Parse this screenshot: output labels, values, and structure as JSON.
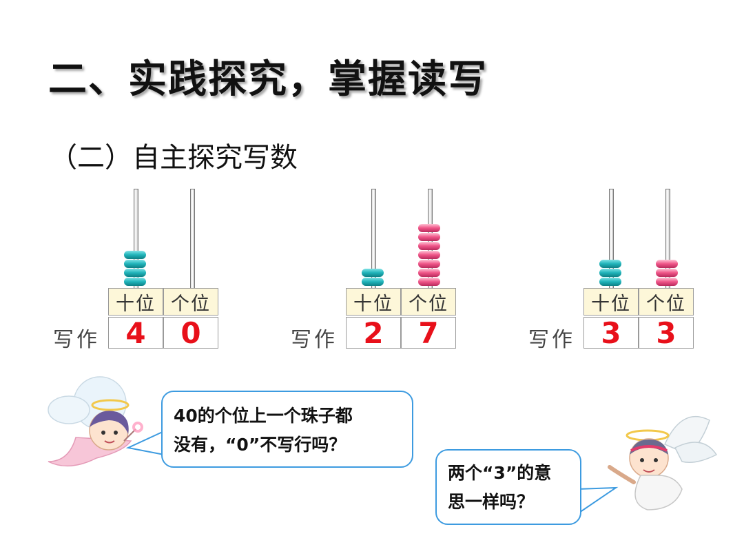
{
  "title": "二、实践探究，掌握读写",
  "subtitle": "（二）自主探究写数",
  "abaci": [
    {
      "tens_label": "十位",
      "ones_label": "个位",
      "write_label": "写作",
      "tens_digit": "4",
      "ones_digit": "0",
      "tens_beads": 4,
      "ones_beads": 0
    },
    {
      "tens_label": "十位",
      "ones_label": "个位",
      "write_label": "写作",
      "tens_digit": "2",
      "ones_digit": "7",
      "tens_beads": 2,
      "ones_beads": 7
    },
    {
      "tens_label": "十位",
      "ones_label": "个位",
      "write_label": "写作",
      "tens_digit": "3",
      "ones_digit": "3",
      "tens_beads": 3,
      "ones_beads": 3
    }
  ],
  "bubbles": {
    "left": {
      "line1": "40的个位上一个珠子都",
      "line2": "没有，“0”不写行吗？"
    },
    "right": {
      "line1": "两个“3”的意",
      "line2": "思一样吗？"
    }
  },
  "colors": {
    "tens_bead": "#1fb3b9",
    "ones_bead": "#ef5588",
    "digit": "#e8101a",
    "bubble_border": "#3d9be0"
  }
}
